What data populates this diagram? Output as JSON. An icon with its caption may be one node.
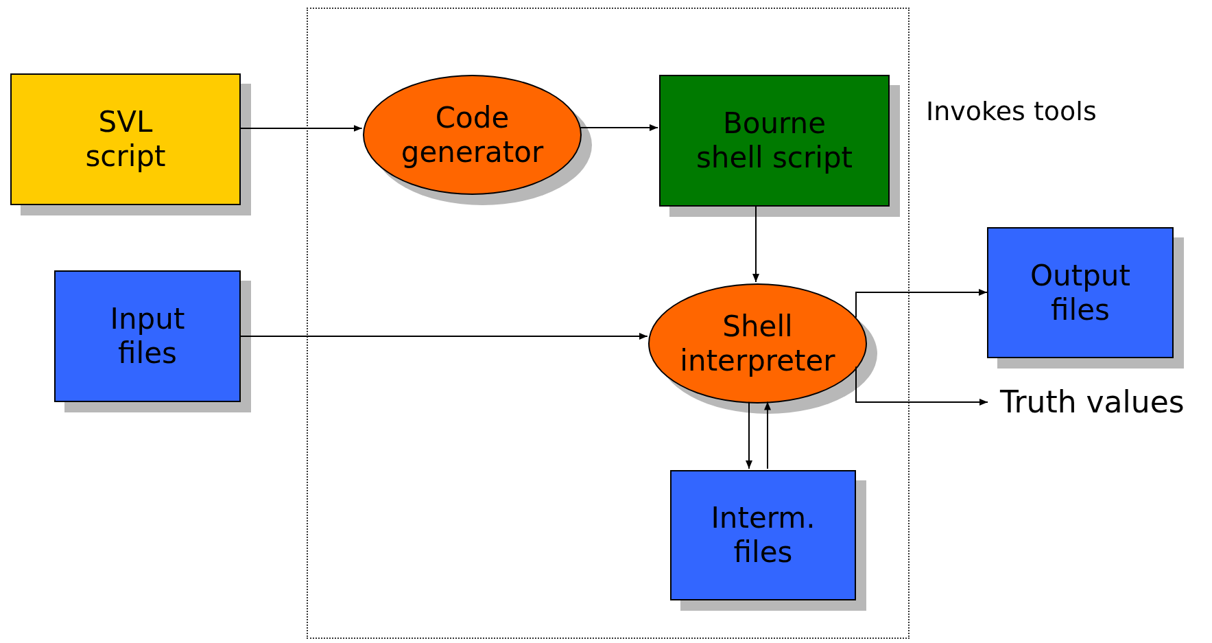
{
  "diagram": {
    "nodes": [
      {
        "text": [],
        "shape": "box"
      },
      {
        "text": [
          "SVL script"
        ]
      },
      {
        "text": [
          "Code generator"
        ],
        "in": 0
      },
      {
        "text": [
          "Bourne shell script"
        ],
        "in": 0
      },
      {
        "text": [
          "Input files"
        ]
      },
      {
        "text": [
          "Shell interpreter"
        ],
        "in": 0
      },
      {
        "text": [
          "Output files"
        ]
      },
      {
        "text": [
          "Truth values"
        ]
      },
      {
        "text": [
          "Interm. files"
        ],
        "in": 0
      }
    ],
    "edges": [
      {
        "from": 1,
        "to": 2,
        "arrow": "to"
      },
      {
        "from": 2,
        "to": 3,
        "arrow": "to"
      },
      {
        "from": 3,
        "to": 5,
        "arrow": "to"
      },
      {
        "from": 4,
        "to": 5,
        "arrow": "to"
      },
      {
        "from": 5,
        "to": 6,
        "arrow": "to"
      },
      {
        "from": 5,
        "to": 7,
        "arrow": "to"
      },
      {
        "from": 5,
        "to": 8,
        "arrow": "to"
      },
      {
        "from": 8,
        "to": 5,
        "arrow": "to"
      }
    ],
    "labels": [
      "Invokes tools"
    ]
  }
}
